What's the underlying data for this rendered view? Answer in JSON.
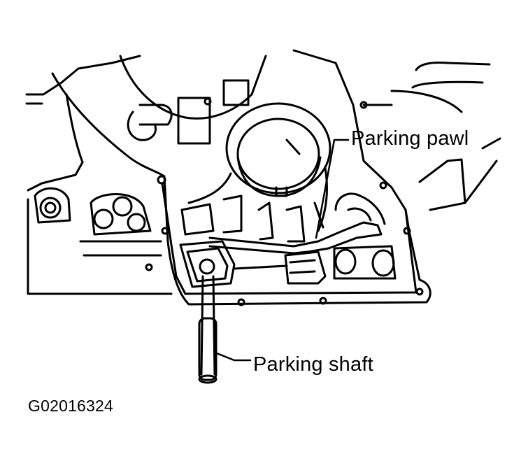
{
  "labels": {
    "parking_pawl": "Parking pawl",
    "parking_shaft": "Parking shaft",
    "figure_code": "G02016324"
  },
  "colors": {
    "ink": "#000000",
    "paper": "#ffffff"
  }
}
